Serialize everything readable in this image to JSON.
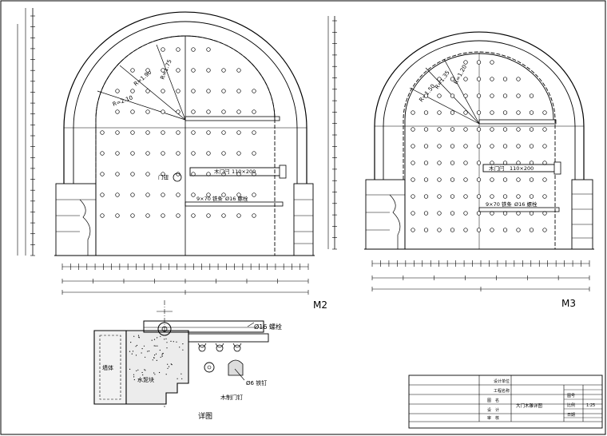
{
  "doors": [
    {
      "id": "m2",
      "label": "M2",
      "plank_label": "木门闩",
      "plank_size": "110×200",
      "bolt_spec": "9×70 铁条",
      "bolt_label": "Ø16 螺栓",
      "knob_label": "门钮",
      "radius_labels": [
        "R=2.10",
        "R=1.90",
        "R=1.75"
      ]
    },
    {
      "id": "m3",
      "label": "M3",
      "plank_label": "木门闩",
      "plank_size": "110×200",
      "bolt_spec": "9×70 铁条",
      "bolt_label": "Ø16 螺栓",
      "knob_label": "",
      "radius_labels": [
        "R=1.50",
        "R=1.35",
        "R=1.20"
      ]
    }
  ],
  "detail": {
    "title": "详图",
    "wall_label": "墙体",
    "concrete_label": "水泥块",
    "bolt_label": "Ø16 螺栓",
    "nail_label": "Ø6 铁钉",
    "nail_caption": "木制门钉"
  },
  "title_block": {
    "rows": [
      {
        "label": "设计单位",
        "value": "",
        "meta_label": "",
        "meta_value": ""
      },
      {
        "label": "工程名称",
        "value": "",
        "meta_label": "",
        "meta_value": ""
      },
      {
        "label": "图　名",
        "value": "大门木雕详图",
        "meta_label": "图号",
        "meta_value": ""
      },
      {
        "label": "设　计",
        "value": "",
        "meta_label": "比例",
        "meta_value": "1:25"
      },
      {
        "label": "审　核",
        "value": "",
        "meta_label": "日期",
        "meta_value": ""
      }
    ],
    "footer_left": "",
    "footer_right": "",
    "bottom_note": ""
  },
  "icons": {
    "bolt": "bolt-icon",
    "nail": "nail-icon"
  }
}
